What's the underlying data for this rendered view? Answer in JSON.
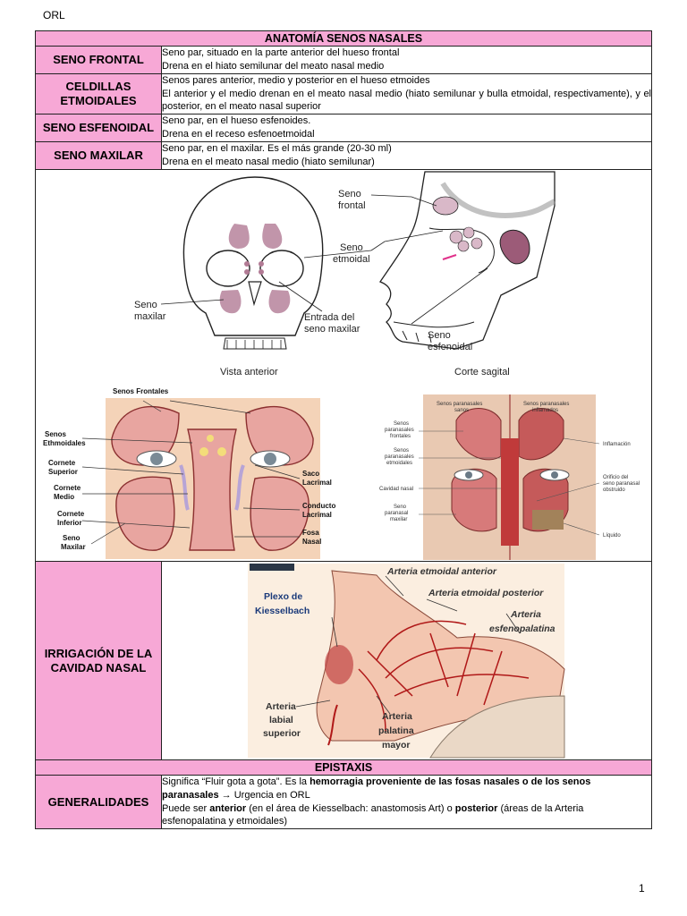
{
  "header": "ORL",
  "page_number": "1",
  "section1_title": "ANATOMÍA SENOS NASALES",
  "rows": [
    {
      "label": "SENO FRONTAL",
      "lines": [
        "Seno par, situado en la parte anterior del hueso frontal",
        "Drena en el hiato semilunar del meato nasal medio"
      ]
    },
    {
      "label_1": "CELDILLAS",
      "label_2": "ETMOIDALES",
      "lines": [
        "Senos pares anterior, medio y posterior en el hueso etmoides",
        "El anterior y el medio drenan en el meato nasal medio (hiato semilunar y bulla etmoidal, respectivamente), y el posterior, en el meato nasal superior"
      ]
    },
    {
      "label": "SENO ESFENOIDAL",
      "lines": [
        "Seno par, en el hueso esfenoides.",
        "Drena en el receso esfenoetmoidal"
      ]
    },
    {
      "label": "SENO MAXILAR",
      "lines": [
        "Seno par, en el maxilar. Es el más grande (20-30 ml)",
        "Drena en el meato nasal medio (hiato semilunar)"
      ]
    }
  ],
  "figure1": {
    "labels": {
      "seno_frontal_1": "Seno",
      "seno_frontal_2": "frontal",
      "seno_etmoidal_1": "Seno",
      "seno_etmoidal_2": "etmoidal",
      "seno_maxilar_1": "Seno",
      "seno_maxilar_2": "maxilar",
      "entrada_1": "Entrada del",
      "entrada_2": "seno maxilar",
      "seno_esfenoidal_1": "Seno",
      "seno_esfenoidal_2": "esfenoidal",
      "vista_anterior": "Vista anterior",
      "corte_sagital": "Corte sagital"
    }
  },
  "figure2": {
    "labels": {
      "senos_frontales": "Senos Frontales",
      "senos_etm_1": "Senos",
      "senos_etm_2": "Ethmoidales",
      "cornete_sup_1": "Cornete",
      "cornete_sup_2": "Superior",
      "cornete_med_1": "Cornete",
      "cornete_med_2": "Medio",
      "cornete_inf_1": "Cornete",
      "cornete_inf_2": "Inferior",
      "seno_max_1": "Seno",
      "seno_max_2": "Maxilar",
      "saco_1": "Saco",
      "saco_2": "Lacrimal",
      "conducto_1": "Conducto",
      "conducto_2": "Lacrimal",
      "fosa_1": "Fosa",
      "fosa_2": "Nasal"
    }
  },
  "figure3": {
    "labels": {
      "col_left_1": "Senos paranasales",
      "col_left_2": "sanos",
      "col_right_1": "Senos paranasales",
      "col_right_2": "inflamados",
      "frontales_1": "Senos",
      "frontales_2": "paranasales",
      "frontales_3": "frontales",
      "etmoidales_1": "Senos",
      "etmoidales_2": "paranasales",
      "etmoidales_3": "etmoidales",
      "cavidad": "Cavidad nasal",
      "maxilar_1": "Seno",
      "maxilar_2": "paranasal",
      "maxilar_3": "maxilar",
      "inflamacion": "Inflamación",
      "orificio_1": "Orificio del",
      "orificio_2": "seno paranasal",
      "orificio_3": "obstruido",
      "liquido": "Líquido"
    }
  },
  "irrigacion_label_1": "IRRIGACIÓN DE LA",
  "irrigacion_label_2": "CAVIDAD NASAL",
  "figure4": {
    "labels": {
      "plexo_1": "Plexo de",
      "plexo_2": "Kiesselbach",
      "art_etm_ant": "Arteria etmoidal anterior",
      "art_etm_post": "Arteria etmoidal posterior",
      "art_esf_1": "Arteria",
      "art_esf_2": "esfenopalatina",
      "art_lab_1": "Arteria",
      "art_lab_2": "labial",
      "art_lab_3": "superior",
      "art_pal_1": "Arteria",
      "art_pal_2": "palatina",
      "art_pal_3": "mayor"
    }
  },
  "section2_title": "EPISTAXIS",
  "generalidades": {
    "label": "GENERALIDADES",
    "l1_a": "Significa “Fluir gota a gota”. Es la ",
    "l1_b": "hemorragia proveniente de las fosas nasales o de los senos",
    "l2_a": "paranasales",
    "l2_arrow": " → ",
    "l2_b": "Urgencia en ORL",
    "l3_a": "Puede ser ",
    "l3_b": "anterior",
    "l3_c": " (en el área de Kiesselbach: anastomosis Art) o ",
    "l3_d": "posterior",
    "l3_e": " (áreas de la Arteria",
    "l4": "esfenopalatina y etmoidales)"
  },
  "colors": {
    "pink": "#f7a8d6",
    "sinus": "#b27b95",
    "red": "#c0392b"
  }
}
